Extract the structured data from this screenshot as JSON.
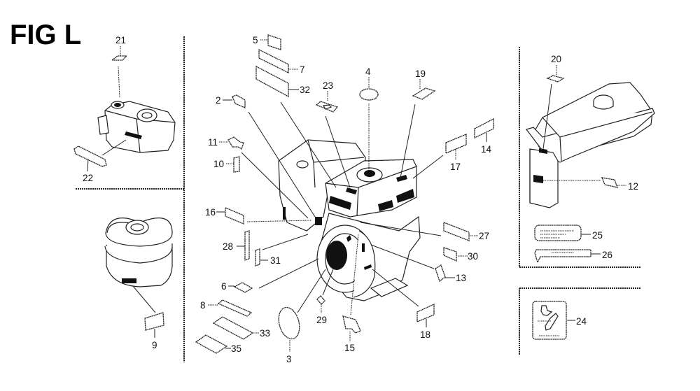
{
  "figure": {
    "title": "FIG L",
    "panels": [
      {
        "id": "top-left",
        "subject": "fuel tank (small)",
        "callouts": [
          "21",
          "22"
        ]
      },
      {
        "id": "bottom-left",
        "subject": "air cleaner",
        "callouts": [
          "9"
        ]
      },
      {
        "id": "center",
        "subject": "engine assembly",
        "callouts": [
          "2",
          "3",
          "4",
          "5",
          "6",
          "7",
          "8",
          "10",
          "11",
          "13",
          "14",
          "15",
          "16",
          "17",
          "18",
          "19",
          "23",
          "27",
          "28",
          "29",
          "30",
          "31",
          "32",
          "33",
          "35"
        ]
      },
      {
        "id": "top-right",
        "subject": "fuel tank (large)",
        "callouts": [
          "20",
          "12",
          "25",
          "26"
        ]
      },
      {
        "id": "bottom-right",
        "subject": "warning label",
        "callouts": [
          "24"
        ]
      }
    ]
  },
  "labels": {
    "n2": "2",
    "n3": "3",
    "n4": "4",
    "n5": "5",
    "n6": "6",
    "n7": "7",
    "n8": "8",
    "n9": "9",
    "n10": "10",
    "n11": "11",
    "n12": "12",
    "n13": "13",
    "n14": "14",
    "n15": "15",
    "n16": "16",
    "n17": "17",
    "n18": "18",
    "n19": "19",
    "n20": "20",
    "n21": "21",
    "n22": "22",
    "n23": "23",
    "n24": "24",
    "n25": "25",
    "n26": "26",
    "n27": "27",
    "n28": "28",
    "n29": "29",
    "n30": "30",
    "n31": "31",
    "n32": "32",
    "n33": "33",
    "n35": "35"
  }
}
